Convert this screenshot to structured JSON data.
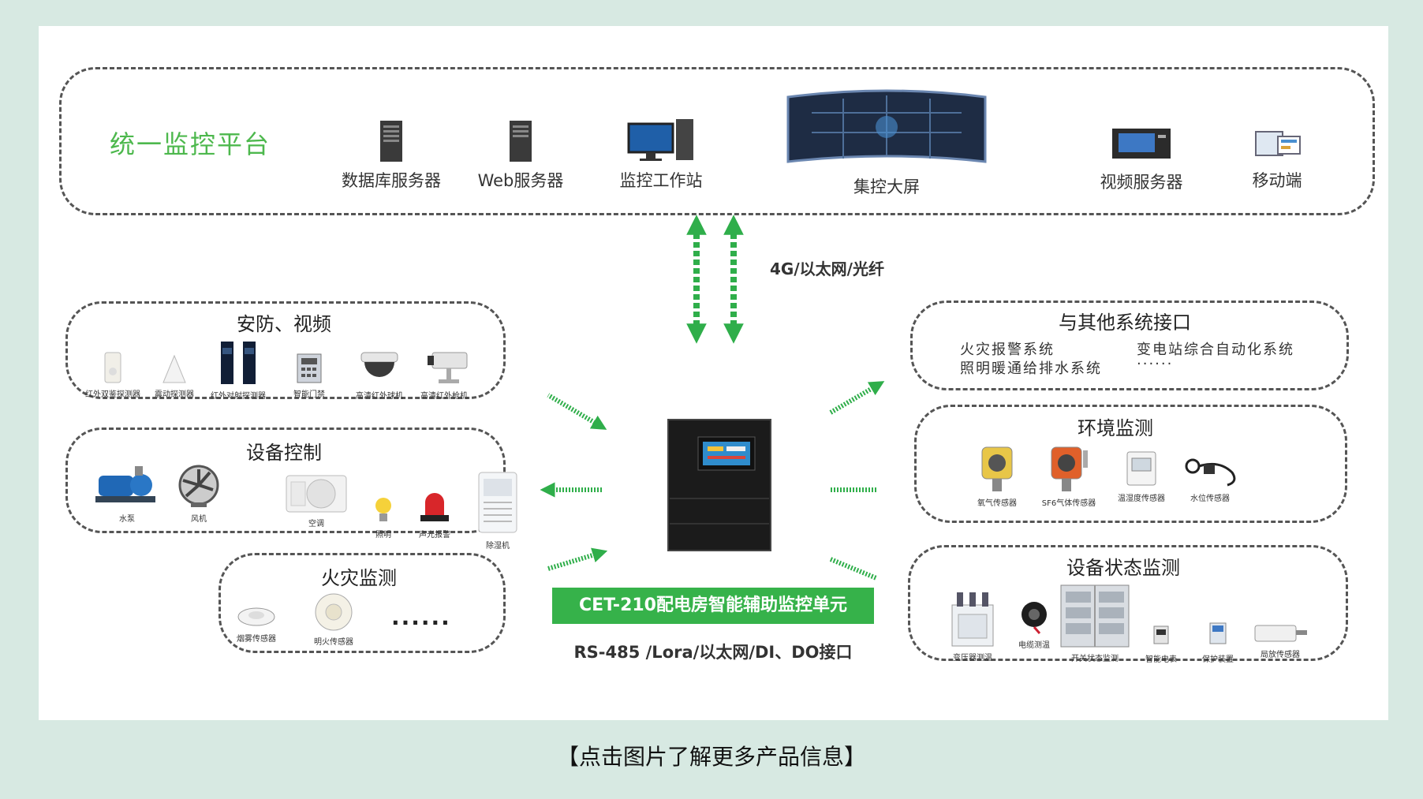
{
  "platform": {
    "title": "统一监控平台",
    "items": [
      {
        "icon": "database-server-icon",
        "label": "数据库服务器"
      },
      {
        "icon": "web-server-icon",
        "label": "Web服务器"
      },
      {
        "icon": "workstation-icon",
        "label": "监控工作站"
      },
      {
        "icon": "video-wall-icon",
        "label": "集控大屏"
      },
      {
        "icon": "video-server-icon",
        "label": "视频服务器"
      },
      {
        "icon": "mobile-devices-icon",
        "label": "移动端"
      }
    ]
  },
  "network_label": "4G/以太网/光纤",
  "security": {
    "title": "安防、视频",
    "items": [
      {
        "icon": "infrared-detector-icon",
        "label": "红外双鉴探测器"
      },
      {
        "icon": "vibration-detector-icon",
        "label": "震动探测器"
      },
      {
        "icon": "infrared-beam-icon",
        "label": "红外对射探测器"
      },
      {
        "icon": "access-control-icon",
        "label": "智能门禁"
      },
      {
        "icon": "dome-camera-icon",
        "label": "高清红外球机"
      },
      {
        "icon": "bullet-camera-icon",
        "label": "高清红外枪机"
      }
    ]
  },
  "control": {
    "title": "设备控制",
    "items": [
      {
        "icon": "water-pump-icon",
        "label": "水泵"
      },
      {
        "icon": "fan-icon",
        "label": "风机"
      },
      {
        "icon": "air-conditioner-icon",
        "label": "空调"
      },
      {
        "icon": "light-bulb-icon",
        "label": "照明"
      },
      {
        "icon": "alarm-light-icon",
        "label": "声光报警"
      },
      {
        "icon": "dehumidifier-icon",
        "label": "除湿机"
      }
    ]
  },
  "fire": {
    "title": "火灾监测",
    "items": [
      {
        "icon": "smoke-sensor-icon",
        "label": "烟雾传感器"
      },
      {
        "icon": "flame-sensor-icon",
        "label": "明火传感器"
      }
    ],
    "more": "······"
  },
  "other_systems": {
    "title": "与其他系统接口",
    "lines": [
      "火灾报警系统",
      "照明暖通给排水系统",
      "变电站综合自动化系统",
      "······"
    ]
  },
  "environment": {
    "title": "环境监测",
    "items": [
      {
        "icon": "oxygen-sensor-icon",
        "label": "氧气传感器"
      },
      {
        "icon": "sf6-sensor-icon",
        "label": "SF6气体传感器"
      },
      {
        "icon": "thermo-hygro-sensor-icon",
        "label": "温湿度传感器"
      },
      {
        "icon": "water-level-sensor-icon",
        "label": "水位传感器"
      }
    ]
  },
  "status": {
    "title": "设备状态监测",
    "items": [
      {
        "icon": "transformer-icon",
        "label": "变压器测温"
      },
      {
        "icon": "cable-sensor-icon",
        "label": "电缆测温"
      },
      {
        "icon": "switchgear-icon",
        "label": "开关状态监测"
      },
      {
        "icon": "smart-meter-icon",
        "label": "智能电表"
      },
      {
        "icon": "protection-device-icon",
        "label": "保护装置"
      },
      {
        "icon": "partial-discharge-icon",
        "label": "局放传感器"
      }
    ]
  },
  "unit": {
    "name": "CET-210配电房智能辅助监控单元",
    "interfaces": "RS-485 /Lora/以太网/DI、DO接口"
  },
  "footer": "【点击图片了解更多产品信息】",
  "colors": {
    "background": "#d7e9e2",
    "accent_green": "#36b24a",
    "title_green": "#4db84d",
    "arrow_green": "#2fae4a"
  }
}
